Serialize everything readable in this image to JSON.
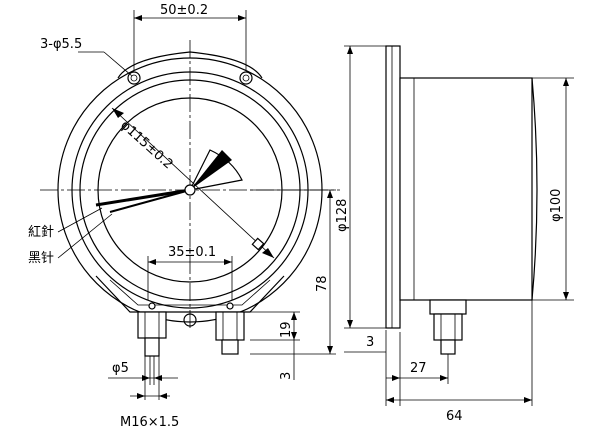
{
  "front_view": {
    "dim_hole_spacing": "50±0.2",
    "dim_holes": "3-φ5.5",
    "dim_diameter": "φ115±0.2",
    "dim_port_spacing": "35±0.1",
    "label_red_needle": "紅針",
    "label_black_needle": "黑针",
    "dim_height": "78",
    "dim_port_height": "19",
    "dim_port_offset": "3",
    "dim_port_diameter": "φ5",
    "dim_thread": "M16×1.5"
  },
  "side_view": {
    "dim_flange_diameter": "φ128",
    "dim_case_diameter": "φ100",
    "dim_flange_offset": "3",
    "dim_depth_inner": "27",
    "dim_depth_total": "64"
  }
}
